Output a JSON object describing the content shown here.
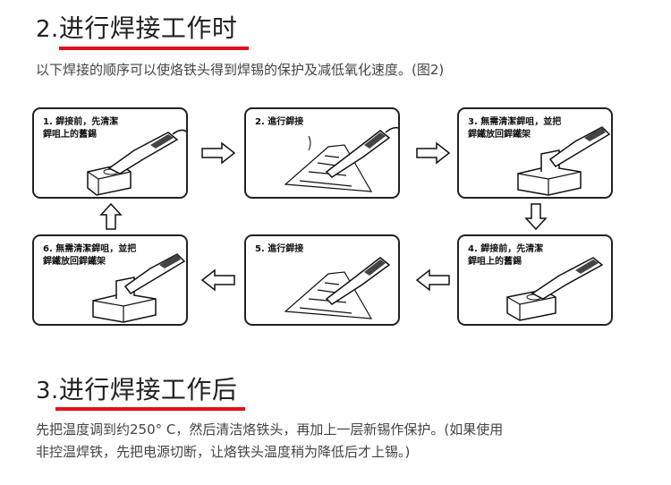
{
  "section2": {
    "number": "2.",
    "title": "进行焊接工作时",
    "description": "以下焊接的顺序可以使烙铁头得到焊锡的保护及减低氧化速度。(图2)"
  },
  "steps": [
    {
      "caption": "1. 銲接前，先清潔\n   銲咀上的舊錫"
    },
    {
      "caption": "2. 進行銲接"
    },
    {
      "caption": "3. 無需清潔銲咀，並把\n   銲鐵放回銲鐵架"
    },
    {
      "caption": "4. 銲接前，先清潔\n   銲咀上的舊錫"
    },
    {
      "caption": "5. 進行銲接"
    },
    {
      "caption": "6. 無需清潔銲咀，並把\n   銲鐵放回銲鐵架"
    }
  ],
  "section3": {
    "number": "3.",
    "title": "进行焊接工作后",
    "line1": "先把温度调到约250° C，然后清洁烙铁头，再加上一层新锡作保护。(如果使用",
    "line2": "非控温焊铁，先把电源切断，让烙铁头温度稍为降低后才上锡。)"
  },
  "colors": {
    "accent": "#e3101a",
    "text": "#333333"
  }
}
